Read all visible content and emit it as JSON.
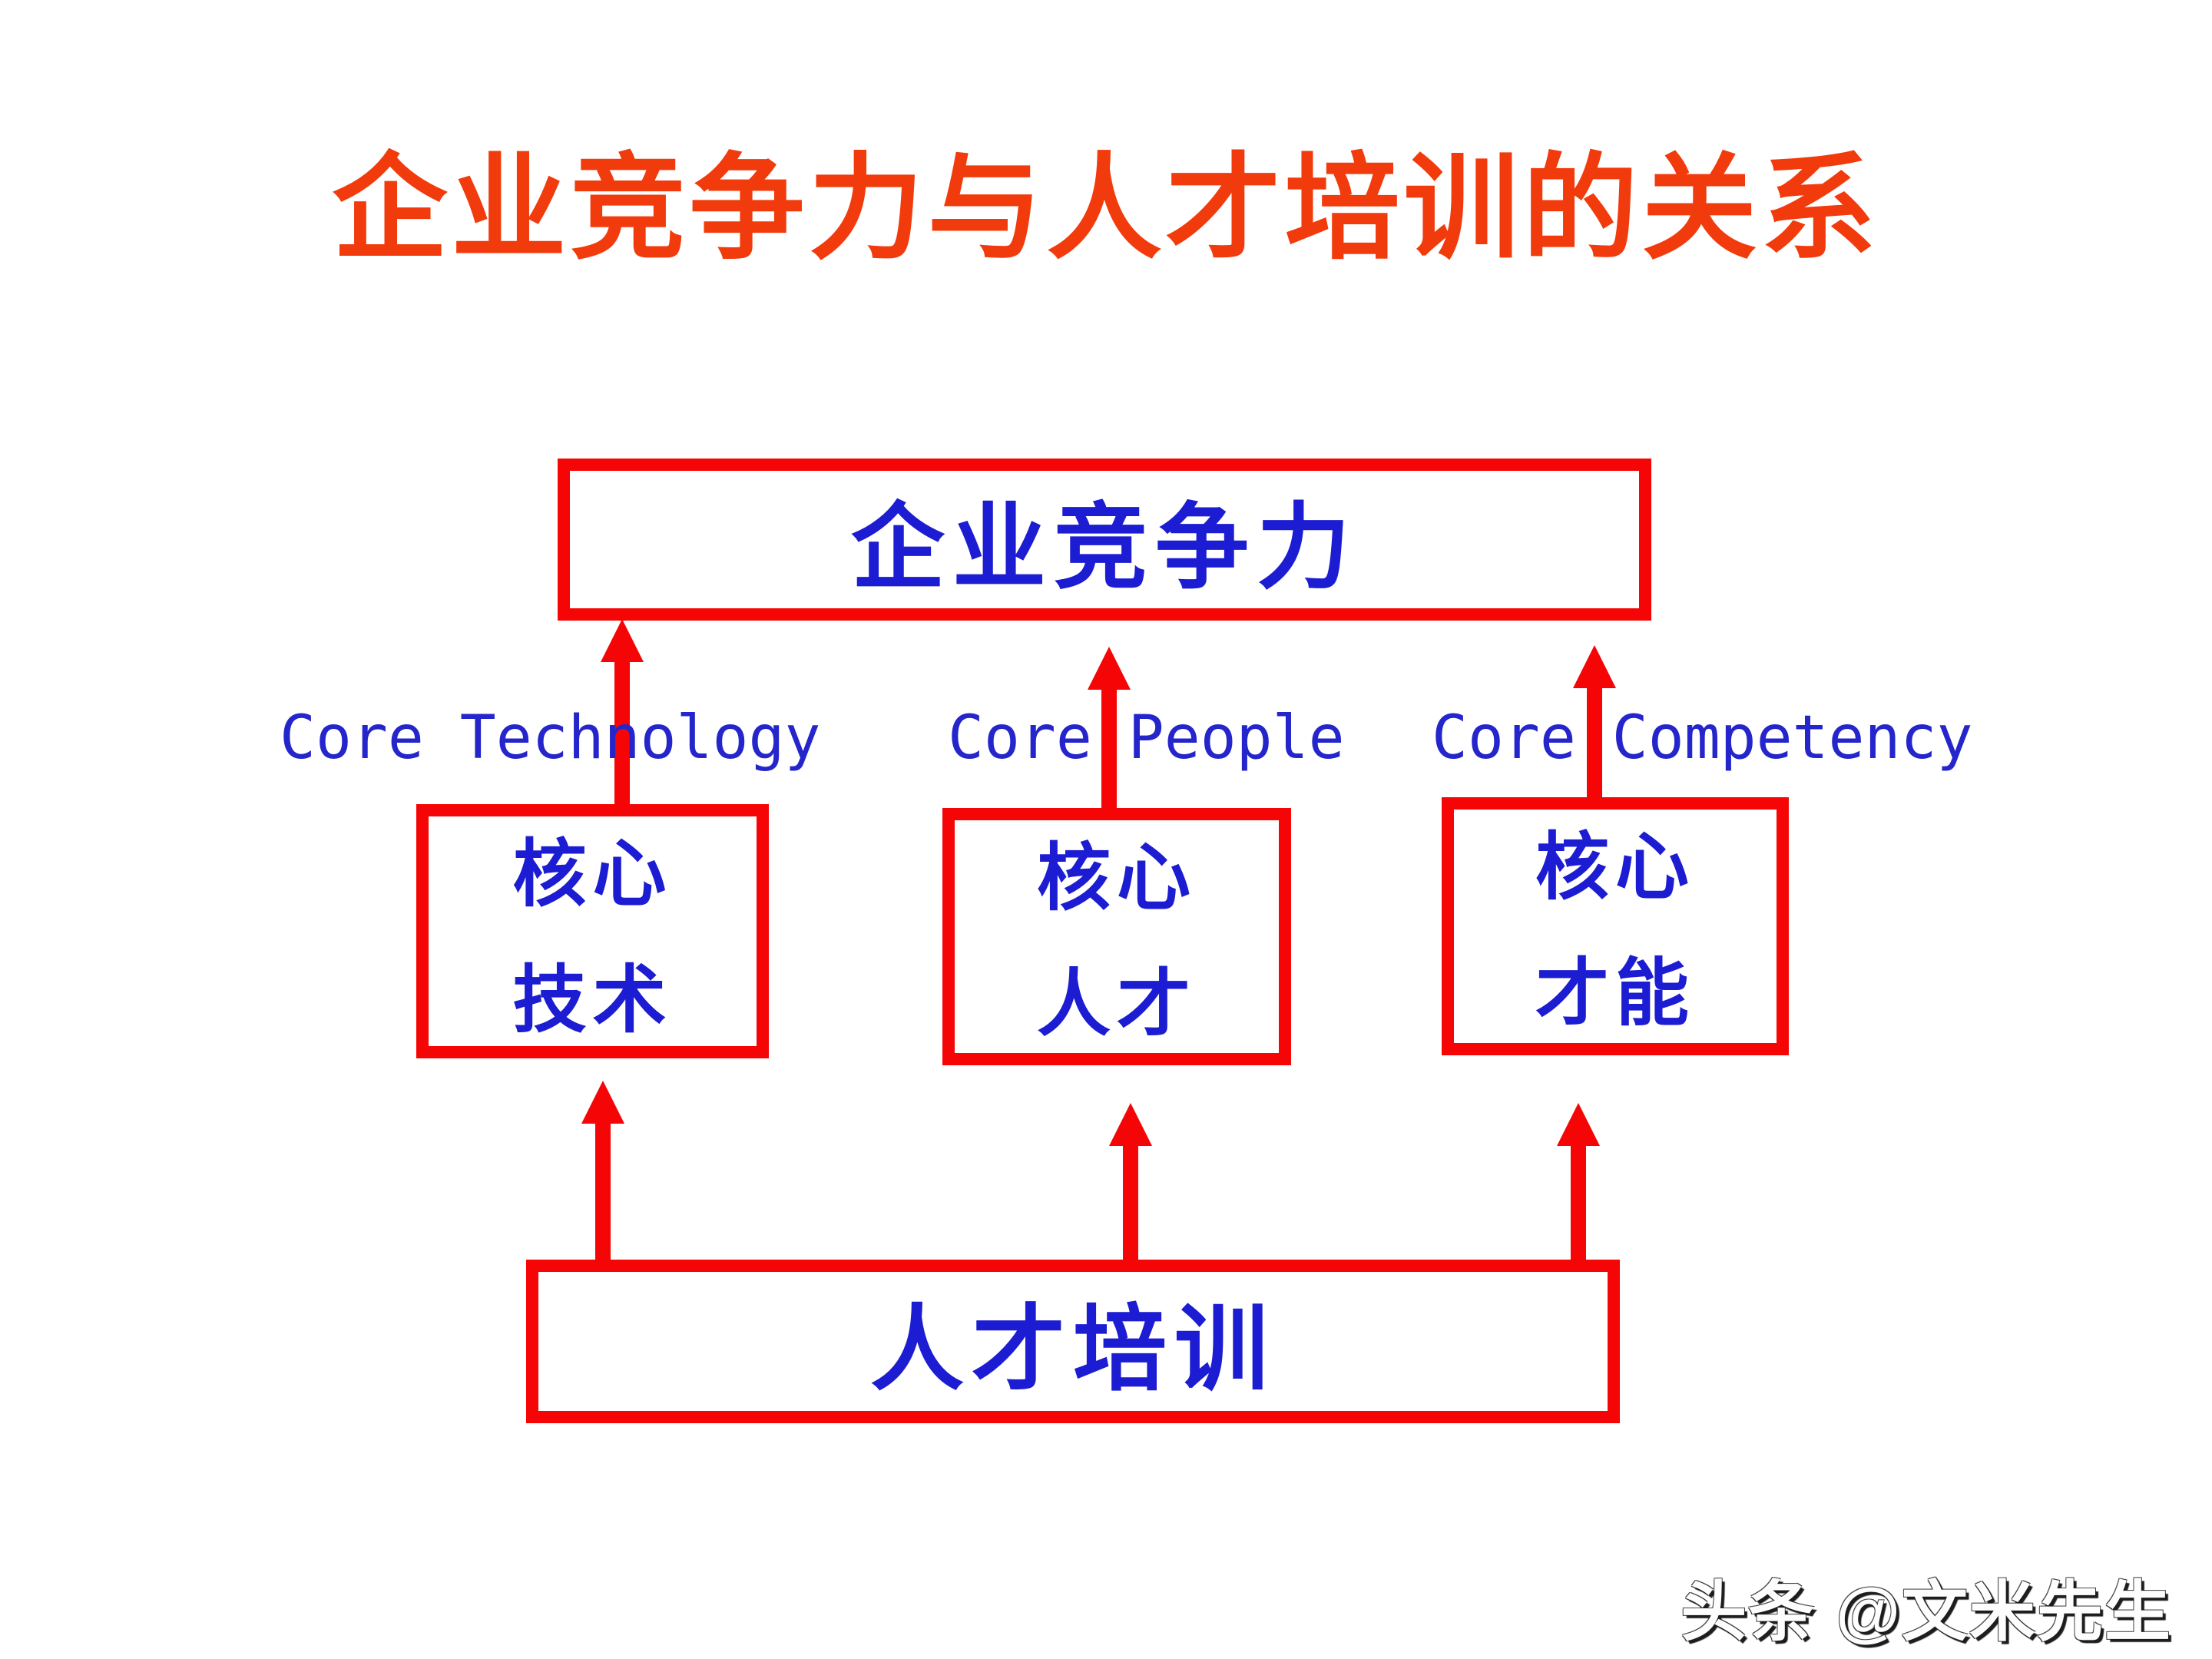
{
  "title": "企业竞争力与人才培训的关系",
  "top_box": {
    "label": "企业竞争力"
  },
  "middle_boxes": [
    {
      "en_label": "Core Technology",
      "line1": "核心",
      "line2": "技术"
    },
    {
      "en_label": "Core People",
      "line1": "核心",
      "line2": "人才"
    },
    {
      "en_label": "Core Competency",
      "line1": "核心",
      "line2": "才能"
    }
  ],
  "bottom_box": {
    "label": "人才培训"
  },
  "watermark": "头条 @文米先生",
  "colors": {
    "title_red": "#f23b0c",
    "shape_red": "#f50505",
    "box_text_blue": "#1c1cd2",
    "en_label_blue": "#2525cc",
    "background": "#ffffff",
    "watermark_dark": "#1d1d1d"
  }
}
